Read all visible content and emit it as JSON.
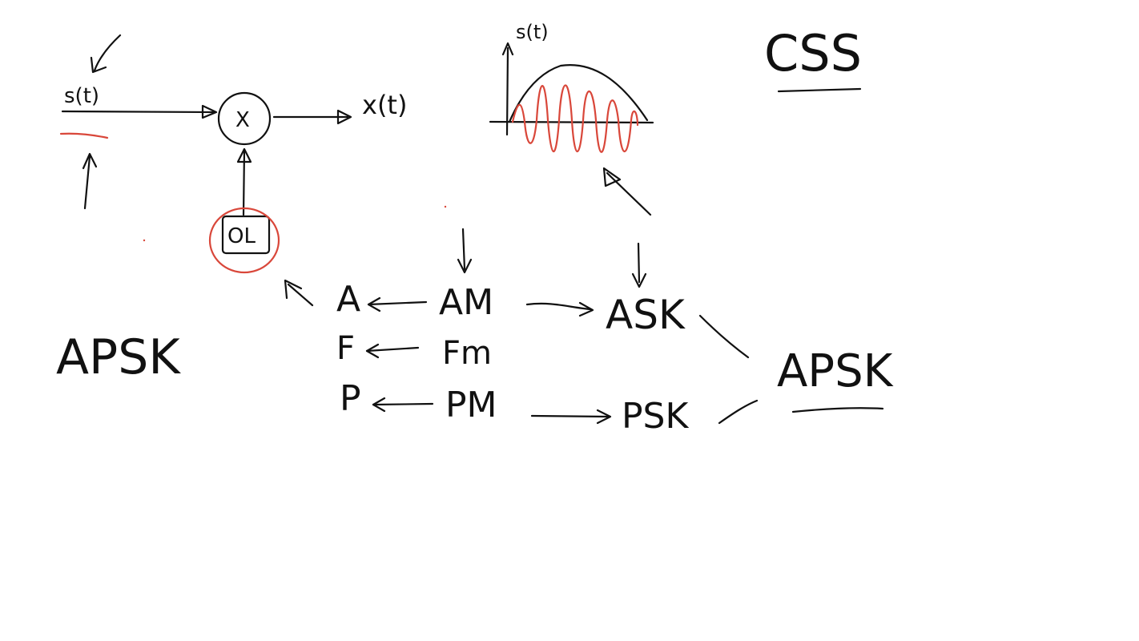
{
  "board": {
    "ink_color": "#111111",
    "accent_color": "#d9473a",
    "background": "#ffffff"
  },
  "mixer": {
    "input_label": "s(t)",
    "multiply_symbol": "X",
    "output_label": "x(t)",
    "oscillator_label": "OL"
  },
  "waveform": {
    "axis_label": "s(t)"
  },
  "corner": {
    "heading": "CSS",
    "left_label": "APSK",
    "right_label": "APSK"
  },
  "mapping": {
    "rows": [
      {
        "param": "A",
        "modulation": "AM"
      },
      {
        "param": "F",
        "modulation": "Fm"
      },
      {
        "param": "P",
        "modulation": "PM"
      }
    ],
    "digital": [
      "ASK",
      "PSK"
    ]
  }
}
